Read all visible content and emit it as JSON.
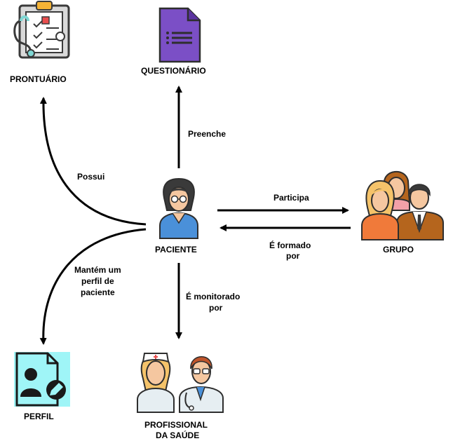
{
  "nodes": {
    "prontuario": {
      "label": "PRONTUÁRIO",
      "icon": "medical-record-clipboard-icon"
    },
    "questionario": {
      "label": "QUESTIONÁRIO",
      "icon": "form-document-icon"
    },
    "paciente": {
      "label": "PACIENTE",
      "icon": "patient-woman-icon"
    },
    "grupo": {
      "label": "GRUPO",
      "icon": "people-group-icon"
    },
    "perfil": {
      "label": "PERFIL",
      "icon": "user-profile-document-icon"
    },
    "profissional": {
      "label_line1": "PROFISSIONAL",
      "label_line2": "DA SAÚDE",
      "icon": "nurse-and-doctor-icon"
    }
  },
  "edges": {
    "possui": {
      "label": "Possui"
    },
    "preenche": {
      "label": "Preenche"
    },
    "participa": {
      "label": "Participa"
    },
    "e_formado_por": {
      "label_line1": "É formado",
      "label_line2": "por"
    },
    "mantem_perfil": {
      "label_line1": "Mantém um",
      "label_line2": "perfil de",
      "label_line3": "paciente"
    },
    "e_monitorado_por": {
      "label_line1": "É monitorado",
      "label_line2": "por"
    }
  },
  "colors": {
    "line": "#000000",
    "form_purple": "#7B4FC6",
    "profile_cyan": "#9FF5F7",
    "scrubs_blue": "#4A90D9",
    "skin": "#F5C7A0",
    "hair_dark": "#3A3A3A",
    "orange": "#F07A3A",
    "brown": "#B5651D"
  }
}
